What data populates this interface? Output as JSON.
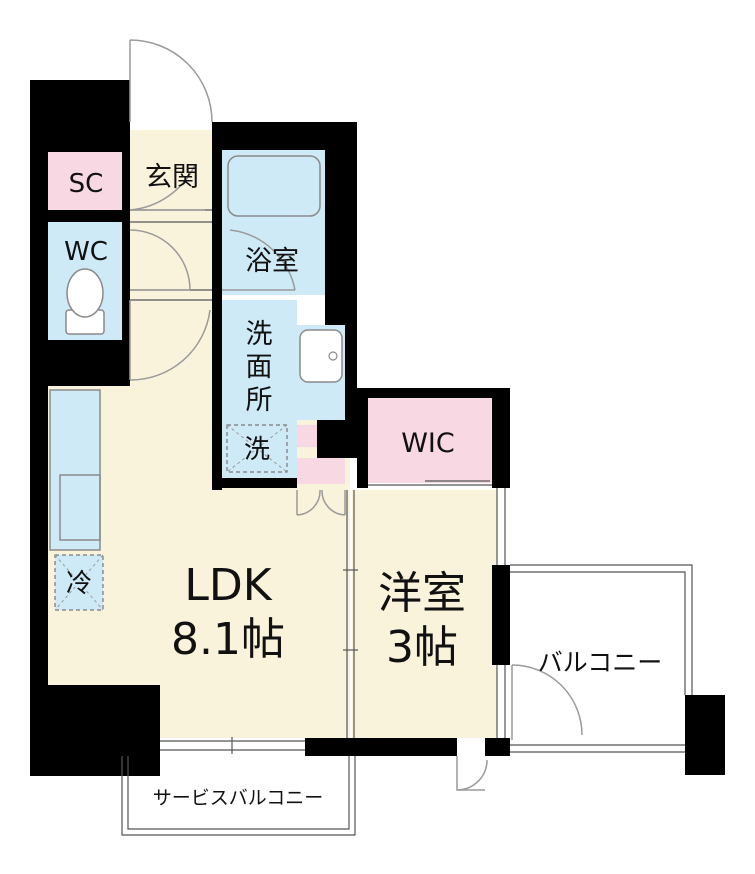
{
  "rooms": {
    "sc": "SC",
    "genkan": "玄関",
    "wc": "WC",
    "bath": "浴室",
    "washroom": [
      "洗",
      "面",
      "所"
    ],
    "laundry": "洗",
    "wic": "WIC",
    "fridge": "冷",
    "ldk_name": "LDK",
    "ldk_size": "8.1帖",
    "western_name": "洋室",
    "western_size": "3帖",
    "balcony": "バルコニー",
    "service_balcony": "サービスバルコニー"
  },
  "colors": {
    "wall": "#000000",
    "floor": "#faf3dc",
    "wet_area": "#cfeaf7",
    "storage": "#f7d8e3",
    "door_swing": "#9a9a9a",
    "counter_line": "#8a8a8a"
  }
}
